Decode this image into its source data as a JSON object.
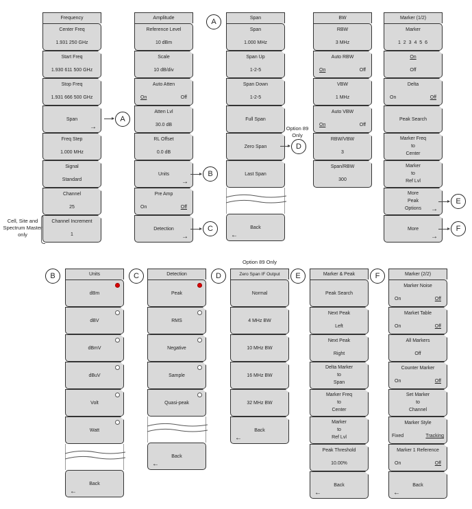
{
  "frequency": {
    "title": "Frequency",
    "buttons": [
      {
        "label": "Center Freq",
        "value": "1.931 250 GHz"
      },
      {
        "label": "Start Freq",
        "value": "1.930 611 500 GHz"
      },
      {
        "label": "Stop Freq",
        "value": "1.931 666 500 GHz"
      },
      {
        "label": "Span",
        "submenu": "A"
      },
      {
        "label": "Freq Step",
        "value": "1.000 MHz"
      },
      {
        "label": "Signal",
        "value": "Standard"
      },
      {
        "label": "Channel",
        "value": "25"
      },
      {
        "label": "Channel Increment",
        "value": "1"
      }
    ],
    "note": "Cell, Site and Spectrum Master only"
  },
  "amplitude": {
    "title": "Amplitude",
    "buttons": [
      {
        "label": "Reference Level",
        "value": "10 dBm"
      },
      {
        "label": "Scale",
        "value": "10 dB/div"
      },
      {
        "label": "Auto Atten",
        "on": "On",
        "off": "Off",
        "selected": "On"
      },
      {
        "label": "Atten Lvl",
        "value": "30.0 dB"
      },
      {
        "label": "RL Offset",
        "value": "0.0 dB"
      },
      {
        "label": "Units",
        "submenu": "B"
      },
      {
        "label": "Pre Amp",
        "on": "On",
        "off": "Off",
        "selected": "Off"
      },
      {
        "label": "Detection",
        "submenu": "C"
      }
    ]
  },
  "span": {
    "marker": "A",
    "title": "Span",
    "buttons": [
      {
        "label": "Span",
        "value": "1.000 MHz"
      },
      {
        "label": "Span Up",
        "value": "1-2-5"
      },
      {
        "label": "Span Down",
        "value": "1-2-5"
      },
      {
        "label": "Full Span"
      },
      {
        "label": "Zero Span",
        "submenu": "D"
      },
      {
        "label": "Last Span"
      },
      {
        "label": "Back"
      }
    ],
    "option_note": "Option 89 Only"
  },
  "bw": {
    "title": "BW",
    "buttons": [
      {
        "label": "RBW",
        "value": "3 MHz"
      },
      {
        "label": "Auto RBW",
        "on": "On",
        "off": "Off",
        "selected": "On"
      },
      {
        "label": "VBW",
        "value": "1 MHz"
      },
      {
        "label": "Auto VBW",
        "on": "On",
        "off": "Off",
        "selected": "On"
      },
      {
        "label": "RBW/VBW",
        "value": "3"
      },
      {
        "label": "Span/RBW",
        "value": "300"
      }
    ]
  },
  "marker1": {
    "title": "Marker (1/2)",
    "buttons": [
      {
        "label": "Marker",
        "value": "1 2 3 4 5 6",
        "selected": "1"
      },
      {
        "label": "On",
        "value": "Off",
        "selected": "On"
      },
      {
        "label": "Delta",
        "on": "On",
        "off": "Off",
        "selected": "Off"
      },
      {
        "label": "Peak Search"
      },
      {
        "lines": [
          "Marker Freq",
          "to",
          "Center"
        ]
      },
      {
        "lines": [
          "Marker",
          "to",
          "Ref Lvl"
        ]
      },
      {
        "lines": [
          "More",
          "Peak",
          "Options"
        ],
        "submenu": "E"
      },
      {
        "label": "More",
        "submenu": "F"
      }
    ]
  },
  "units": {
    "marker": "B",
    "title": "Units",
    "options": [
      "dBm",
      "dBV",
      "dBmV",
      "dBuV",
      "Volt",
      "Watt"
    ],
    "selected": "dBm",
    "back": "Back"
  },
  "detection": {
    "marker": "C",
    "title": "Detection",
    "options": [
      "Peak",
      "RMS",
      "Negative",
      "Sample",
      "Quasi-peak"
    ],
    "selected": "Peak",
    "back": "Back"
  },
  "zero_span": {
    "marker": "D",
    "note": "Option 89 Only",
    "title": "Zero Span IF Output",
    "options": [
      "Normal",
      "4 MHz BW",
      "10 MHz BW",
      "16 MHz BW",
      "32 MHz BW"
    ],
    "back": "Back"
  },
  "marker_peak": {
    "marker": "E",
    "title": "Marker & Peak",
    "buttons": [
      {
        "label": "Peak Search"
      },
      {
        "label": "Next Peak",
        "value": "Left"
      },
      {
        "label": "Next Peak",
        "value": "Right"
      },
      {
        "lines": [
          "Delta Marker",
          "to",
          "Span"
        ]
      },
      {
        "lines": [
          "Marker Freq",
          "to",
          "Center"
        ]
      },
      {
        "lines": [
          "Marker",
          "to",
          "Ref Lvl"
        ]
      },
      {
        "label": "Peak Threshold",
        "value": "10.00%"
      },
      {
        "label": "Back"
      }
    ]
  },
  "marker2": {
    "marker": "F",
    "title": "Marker (2/2)",
    "buttons": [
      {
        "label": "Marker Noise",
        "on": "On",
        "off": "Off",
        "selected": "Off"
      },
      {
        "label": "Market Table",
        "on": "On",
        "off": "Off",
        "selected": "Off"
      },
      {
        "label": "All Markers",
        "value": "Off"
      },
      {
        "label": "Counter Marker",
        "on": "On",
        "off": "Off",
        "selected": "Off"
      },
      {
        "lines": [
          "Set Marker",
          "to",
          "Channel"
        ]
      },
      {
        "label": "Marker Style",
        "on": "Fixed",
        "off": "Tracking",
        "selected": "Tracking"
      },
      {
        "label": "Marker 1 Reference",
        "on": "On",
        "off": "Off",
        "selected": "Off"
      },
      {
        "label": "Back"
      }
    ]
  },
  "callouts": [
    "A",
    "B",
    "C",
    "D",
    "E",
    "F"
  ],
  "icons": {
    "arrow_right": "→",
    "arrow_left": "←"
  }
}
